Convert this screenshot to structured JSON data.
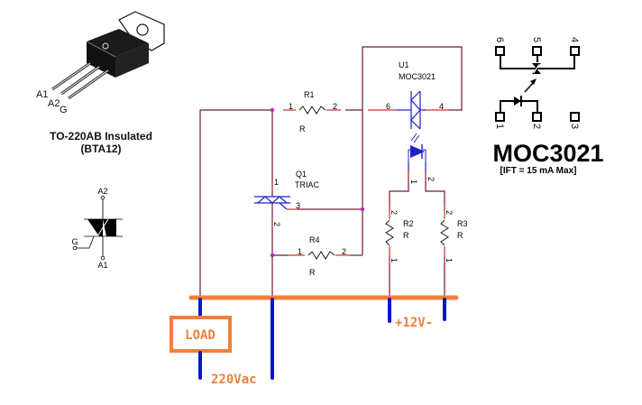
{
  "package": {
    "title": "TO-220AB Insulated",
    "subtitle": "(BTA12)",
    "pins": [
      "A1",
      "A2",
      "G"
    ]
  },
  "triac_symbol": {
    "pins": {
      "top": "A2",
      "bottom": "A1",
      "gate": "G"
    }
  },
  "schematic": {
    "r1": {
      "ref": "R1",
      "value": "R",
      "pin1": "1",
      "pin2": "2"
    },
    "r2": {
      "ref": "R2",
      "value": "R",
      "pin1": "1",
      "pin2": "2"
    },
    "r3": {
      "ref": "R3",
      "value": "R",
      "pin1": "1",
      "pin2": "2"
    },
    "r4": {
      "ref": "R4",
      "value": "R",
      "pin1": "1",
      "pin2": "2"
    },
    "q1": {
      "ref": "Q1",
      "value": "TRIAC",
      "pin1": "1",
      "pin2": "2",
      "pin3": "3"
    },
    "u1": {
      "ref": "U1",
      "value": "MOC3021",
      "pin6": "6",
      "pin4": "4",
      "led_pin1": "1",
      "led_pin2": "2"
    }
  },
  "annotations": {
    "load": "LOAD",
    "mains": "220Vac",
    "dc": "+12V-"
  },
  "moc_pinout": {
    "title": "MOC3021",
    "note": "[IFT = 15 mA Max]",
    "top_pins": [
      "6",
      "5",
      "4"
    ],
    "bottom_pins": [
      "1",
      "2",
      "3"
    ]
  },
  "colors": {
    "wire": "#6b1a3a",
    "pin_stub": "#c0392b",
    "component": "#1f1fc8",
    "junction": "#c020c0",
    "hand_orange": "#f0803c",
    "hand_blue": "#0a14d0"
  }
}
